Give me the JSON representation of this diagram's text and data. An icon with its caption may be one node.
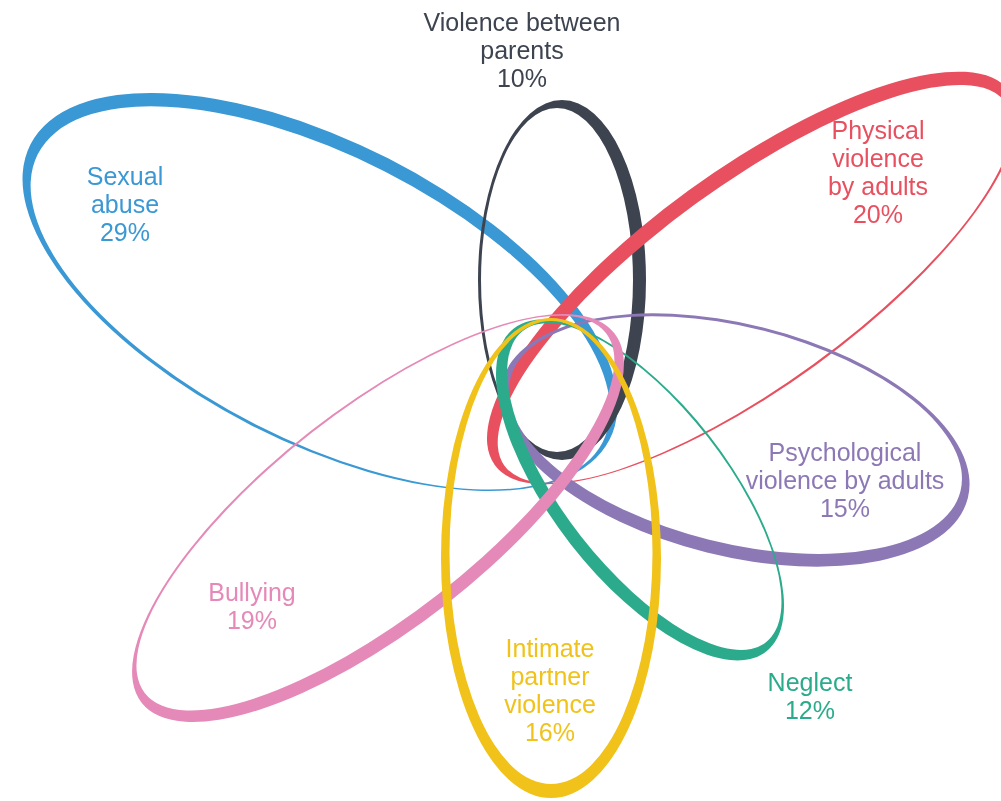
{
  "diagram": {
    "nodes": [
      {
        "text": [
          "Violence between parents",
          "10%"
        ]
      },
      {
        "text": [
          "Physical violence by adults",
          "20%"
        ]
      },
      {
        "text": [
          "Sexual abuse",
          "29%"
        ]
      },
      {
        "text": [
          "Psychological violence by adults",
          "15%"
        ]
      },
      {
        "text": [
          "Bullying",
          "19%"
        ]
      },
      {
        "text": [
          "Intimate partner violence",
          "16%"
        ]
      },
      {
        "text": [
          "Neglect",
          "12%"
        ]
      }
    ],
    "edges": []
  }
}
